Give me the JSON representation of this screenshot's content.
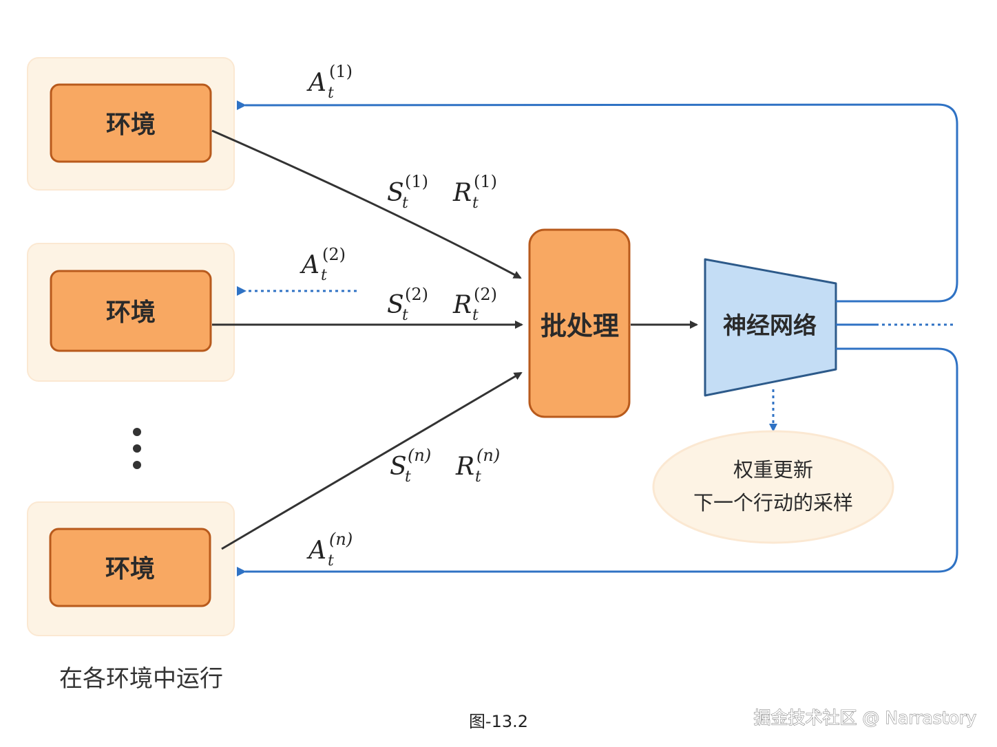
{
  "env_label": "环境",
  "batch_label": "批处理",
  "network_label": "神经网络",
  "oval_lines": [
    "权重更新",
    "下一个行动的采样"
  ],
  "caption": "在各环境中运行",
  "figure_number": "图-13.2",
  "watermark": "掘金技术社区 @ Narrastory",
  "action_symbol": "A",
  "state_symbol": "S",
  "reward_symbol": "R",
  "time_index": "t",
  "env_indices": [
    "(1)",
    "(2)",
    "(n)"
  ],
  "colors": {
    "env_box": "#f8a862",
    "env_border": "#b85a1c",
    "env_halo": "#fdf3e4",
    "network_fill": "#c4ddf5",
    "network_border": "#2d5a8a",
    "blue_arrow": "#2f72c4",
    "oval_fill": "#fdf3e4"
  }
}
